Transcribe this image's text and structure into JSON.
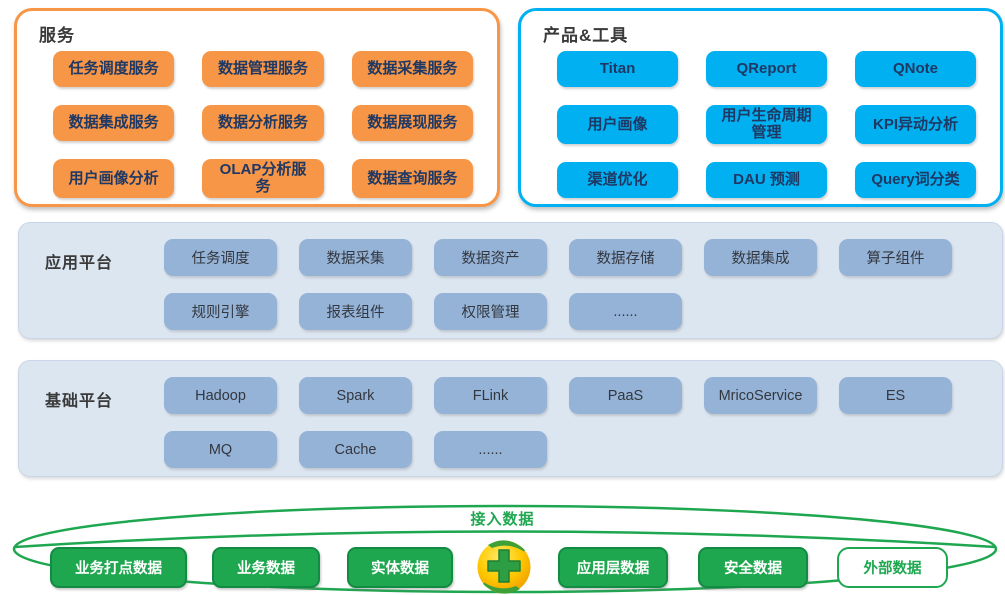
{
  "colors": {
    "orange_accent": "#F79646",
    "blue_accent": "#00B0F0",
    "button_text_navy": "#1F3864",
    "platform_background": "#DCE6F1",
    "platform_button": "#95B3D7",
    "green_accent": "#1FA750",
    "title_text": "#3A3A3A"
  },
  "service_panel": {
    "title": "服务",
    "items": [
      "任务调度服务",
      "数据管理服务",
      "数据采集服务",
      "数据集成服务",
      "数据分析服务",
      "数据展现服务",
      "用户画像分析",
      "OLAP分析服务",
      "数据查询服务"
    ]
  },
  "product_panel": {
    "title": "产品&工具",
    "items": [
      "Titan",
      "QReport",
      "QNote",
      "用户画像",
      "用户生命周期管理",
      "KPI异动分析",
      "渠道优化",
      "DAU 预测",
      "Query词分类"
    ]
  },
  "app_platform": {
    "title": "应用平台",
    "row1": [
      "任务调度",
      "数据采集",
      "数据资产",
      "数据存储",
      "数据集成",
      "算子组件"
    ],
    "row2": [
      "规则引擎",
      "报表组件",
      "权限管理",
      "......"
    ]
  },
  "base_platform": {
    "title": "基础平台",
    "row1": [
      "Hadoop",
      "Spark",
      "FLink",
      "PaaS",
      "MricoService",
      "ES"
    ],
    "row2": [
      "MQ",
      "Cache",
      "......"
    ]
  },
  "data_access": {
    "title": "接入数据",
    "items": [
      "业务打点数据",
      "业务数据",
      "实体数据",
      "应用层数据",
      "安全数据",
      "外部数据"
    ],
    "logo": "360-safe-ball-icon"
  }
}
